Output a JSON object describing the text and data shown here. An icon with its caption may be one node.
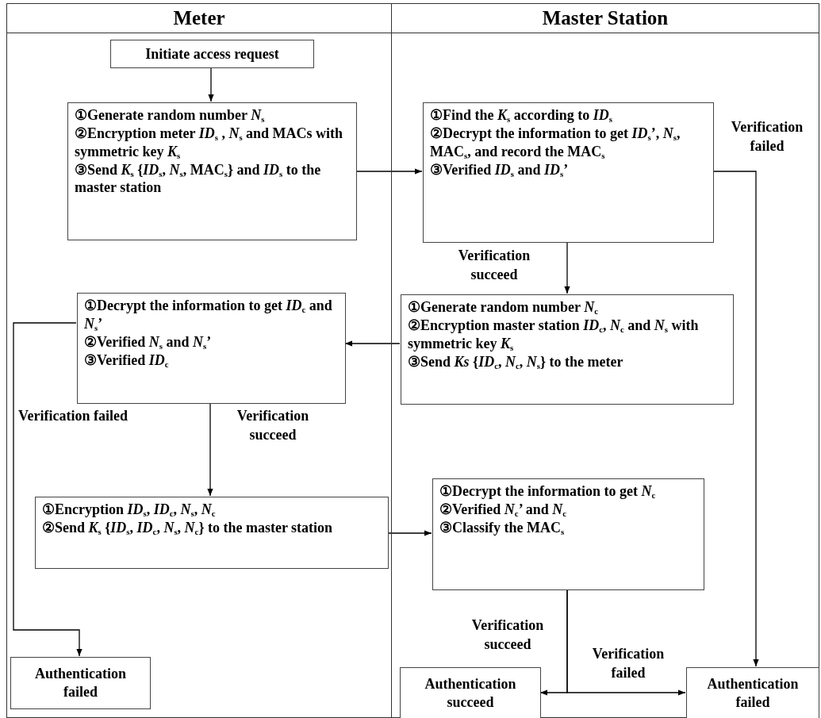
{
  "diagram": {
    "nodes": [
      {
        "text": [
          "Meter"
        ]
      },
      {
        "text": [
          "Master Station"
        ]
      },
      {
        "text": [
          "Initiate access request"
        ],
        "in": 0
      },
      {
        "text": [
          "①Generate random number *N*$_{s}$",
          "②Encryption meter *ID*$_{s}$ , *N*$_{s}$ and MACs with symmetric key *K*$_{s}$",
          "③Send *K*$_{s}$ {*ID*$_{s}$, *N*$_{s}$, MAC$_{s}$} and *ID*$_{s}$ to the master station"
        ],
        "in": 0
      },
      {
        "text": [
          "①Find the *K*$_{s}$ according to *ID*$_{s}$",
          "②Decrypt the information to get *ID*$_{s}$’, *N*$_{s}$, MAC$_{s}$, and record the MAC$_{s}$",
          "③Verified *ID*$_{s}$ and *ID*$_{s}$’"
        ],
        "in": 1
      },
      {
        "text": [
          "①Generate random number *N*$_{c}$",
          "②Encryption master station *ID*$_{c}$, *N*$_{c}$ and *N*$_{s}$ with symmetric key *K*$_{s}$",
          "③Send *Ks* {*ID*$_{c}$, *N*$_{c}$, *N*$_{s}$} to the meter"
        ],
        "in": 1
      },
      {
        "text": [
          "①Decrypt the information to get *ID*$_{c}$ and *N*$_{s}$’",
          "②Verified *N*$_{s}$ and *N*$_{s}$’",
          "③Verified *ID*$_{c}$"
        ],
        "in": 0
      },
      {
        "text": [
          "①Encryption *ID*$_{s}$, *ID*$_{c}$, *N*$_{s}$, *N*$_{c}$",
          "②Send *K*$_{s}$ {*ID*$_{s}$, *ID*$_{c}$, *N*$_{s}$, *N*$_{c}$} to the master station"
        ],
        "in": 0
      },
      {
        "text": [
          "①Decrypt the information to get *N*$_{c}$",
          "②Verified *N*$_{c}$’ and *N*$_{c}$",
          "③Classify the MAC$_{s}$"
        ],
        "in": 1
      },
      {
        "text": [
          "Authentication failed"
        ],
        "in": 0
      },
      {
        "text": [
          "Authentication succeed"
        ],
        "in": 1
      },
      {
        "text": [
          "Authentication failed"
        ],
        "in": 1
      }
    ],
    "edges": [
      {
        "from": 2,
        "to": 3,
        "arrow": "to"
      },
      {
        "from": 3,
        "to": 4,
        "arrow": "to"
      },
      {
        "from": 4,
        "to": 5,
        "arrow": "to",
        "label": "Verification succeed"
      },
      {
        "from": 4,
        "to": 11,
        "arrow": "to",
        "label": "Verification failed"
      },
      {
        "from": 5,
        "to": 6,
        "arrow": "to"
      },
      {
        "from": 6,
        "to": 9,
        "arrow": "to",
        "label": "Verification failed"
      },
      {
        "from": 6,
        "to": 7,
        "arrow": "to",
        "label": "Verification succeed"
      },
      {
        "from": 7,
        "to": 8,
        "arrow": "to"
      },
      {
        "from": 8,
        "to": 10,
        "arrow": "to",
        "label": "Verification succeed"
      },
      {
        "from": 8,
        "to": 11,
        "arrow": "to",
        "label": "Verification failed"
      }
    ]
  }
}
